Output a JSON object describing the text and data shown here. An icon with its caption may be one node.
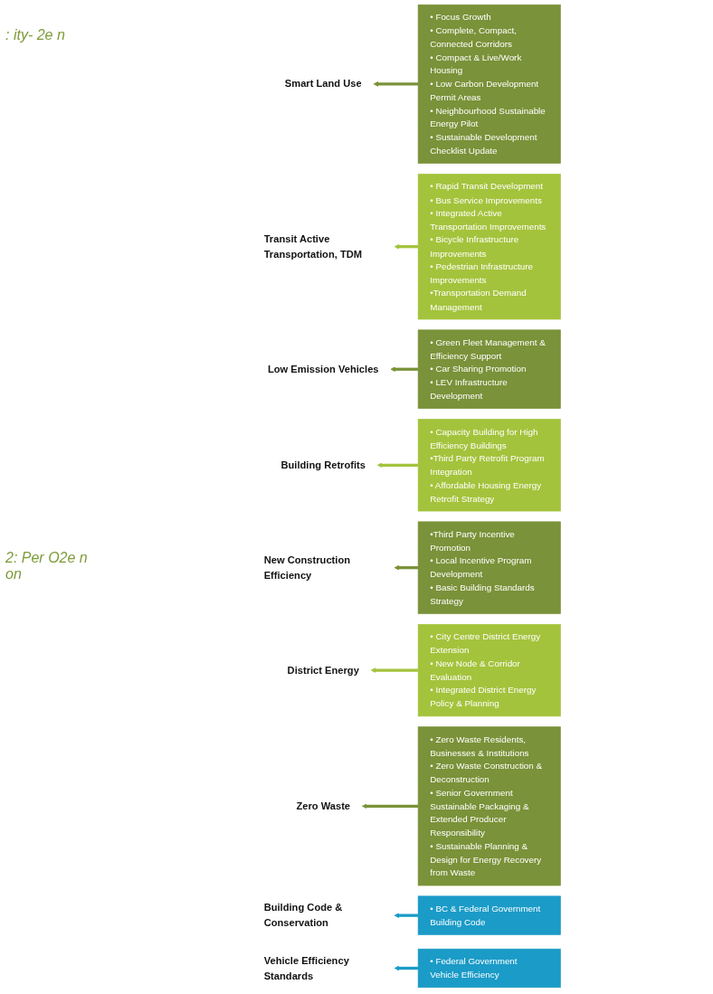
{
  "diagram": {
    "nodes": [
      {
        "text": [
          "Smart Land Use"
        ]
      },
      {
        "text": [
          "• Focus Growth",
          "• Complete, Compact, Connected Corridors",
          "• Compact & Live/Work Housing",
          "• Low Carbon Development Permit Areas",
          "• Neighbourhood Sustainable Energy Pilot",
          "• Sustainable Development Checklist Update"
        ]
      },
      {
        "text": [
          "Transit Active Transportation, TDM"
        ]
      },
      {
        "text": [
          "• Rapid Transit Development",
          "• Bus Service Improvements",
          "• Integrated Active Transportation Improvements",
          "• Bicycle Infrastructure Improvements",
          "• Pedestrian Infrastructure Improvements",
          "•Transportation Demand Management"
        ]
      },
      {
        "text": [
          "Low Emission Vehicles"
        ]
      },
      {
        "text": [
          "• Green Fleet Management & Efficiency Support",
          "• Car Sharing Promotion",
          "• LEV Infrastructure Development"
        ]
      },
      {
        "text": [
          "Building Retrofits"
        ]
      },
      {
        "text": [
          "• Capacity Building for High Efficiency Buildings",
          "•Third Party Retrofit Program Integration",
          "• Affordable Housing Energy Retrofit Strategy"
        ]
      },
      {
        "text": [
          "New Construction Efficiency"
        ]
      },
      {
        "text": [
          "•Third Party Incentive Promotion",
          "• Local Incentive Program Development",
          "• Basic Building Standards Strategy"
        ]
      },
      {
        "text": [
          "District Energy"
        ]
      },
      {
        "text": [
          "• City Centre District Energy Extension",
          "• New Node & Corridor Evaluation",
          "• Integrated District Energy Policy & Planning"
        ]
      },
      {
        "text": [
          "Zero Waste"
        ]
      },
      {
        "text": [
          "• Zero Waste Residents, Businesses & Institutions",
          "• Zero Waste Construction & Deconstruction",
          "• Senior Government Sustainable Packaging & Extended Producer Responsibility",
          "• Sustainable Planning & Design for Energy Recovery from Waste"
        ]
      },
      {
        "text": [
          "Building Code & Conservation"
        ]
      },
      {
        "text": [
          "• BC & Federal Government Building Code"
        ]
      },
      {
        "text": [
          "Vehicle Efficiency Standards"
        ]
      },
      {
        "text": [
          "• Federal Government Vehicle Efficiency"
        ]
      }
    ],
    "edges": [
      {
        "from": 1,
        "to": 0,
        "arrow": "to"
      },
      {
        "from": 3,
        "to": 2,
        "arrow": "to",
        "color": "#a4c33c"
      },
      {
        "from": 5,
        "to": 4,
        "arrow": "to"
      },
      {
        "from": 7,
        "to": 6,
        "arrow": "to",
        "color": "#a4c33c"
      },
      {
        "from": 9,
        "to": 8,
        "arrow": "to"
      },
      {
        "from": 11,
        "to": 10,
        "arrow": "to",
        "color": "#a4c33c"
      },
      {
        "from": 13,
        "to": 12,
        "arrow": "to"
      },
      {
        "from": 15,
        "to": 14,
        "arrow": "to",
        "color": "#1b9bc7"
      },
      {
        "from": 17,
        "to": 16,
        "arrow": "to",
        "color": "#1b9bc7"
      }
    ],
    "labels": [
      ": ity- 2e n",
      "2: Per O2e n on"
    ]
  }
}
